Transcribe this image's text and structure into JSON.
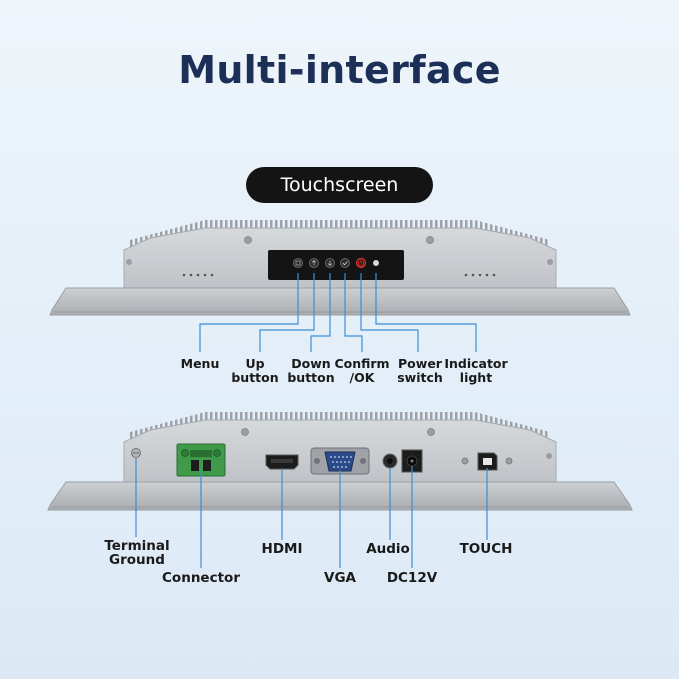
{
  "title": "Multi-interface",
  "section_label": "Touchscreen",
  "top_labels": [
    {
      "line1": "Menu",
      "line2": ""
    },
    {
      "line1": "Up",
      "line2": "button"
    },
    {
      "line1": "Down",
      "line2": "button"
    },
    {
      "line1": "Confirm",
      "line2": "/OK"
    },
    {
      "line1": "Power",
      "line2": "switch"
    },
    {
      "line1": "Indicator",
      "line2": "light"
    }
  ],
  "bottom_labels": [
    {
      "line1": "Terminal",
      "line2": "Ground"
    },
    {
      "line1": "Connector",
      "line2": ""
    },
    {
      "line1": "HDMI",
      "line2": ""
    },
    {
      "line1": "VGA",
      "line2": ""
    },
    {
      "line1": "Audio",
      "line2": ""
    },
    {
      "line1": "DC12V",
      "line2": ""
    },
    {
      "line1": "TOUCH",
      "line2": ""
    }
  ],
  "colors": {
    "title": "#1c2f57",
    "leader_line": "#3a8fd6",
    "panel_body": "#c9ccd0",
    "connector_green": "#3f9a4a",
    "power_button": "#e0342f"
  },
  "icons": {
    "menu": "menu-icon",
    "up": "arrow-up-icon",
    "down": "arrow-down-icon",
    "confirm": "check-icon",
    "power": "power-icon",
    "indicator": "indicator-light-icon"
  }
}
